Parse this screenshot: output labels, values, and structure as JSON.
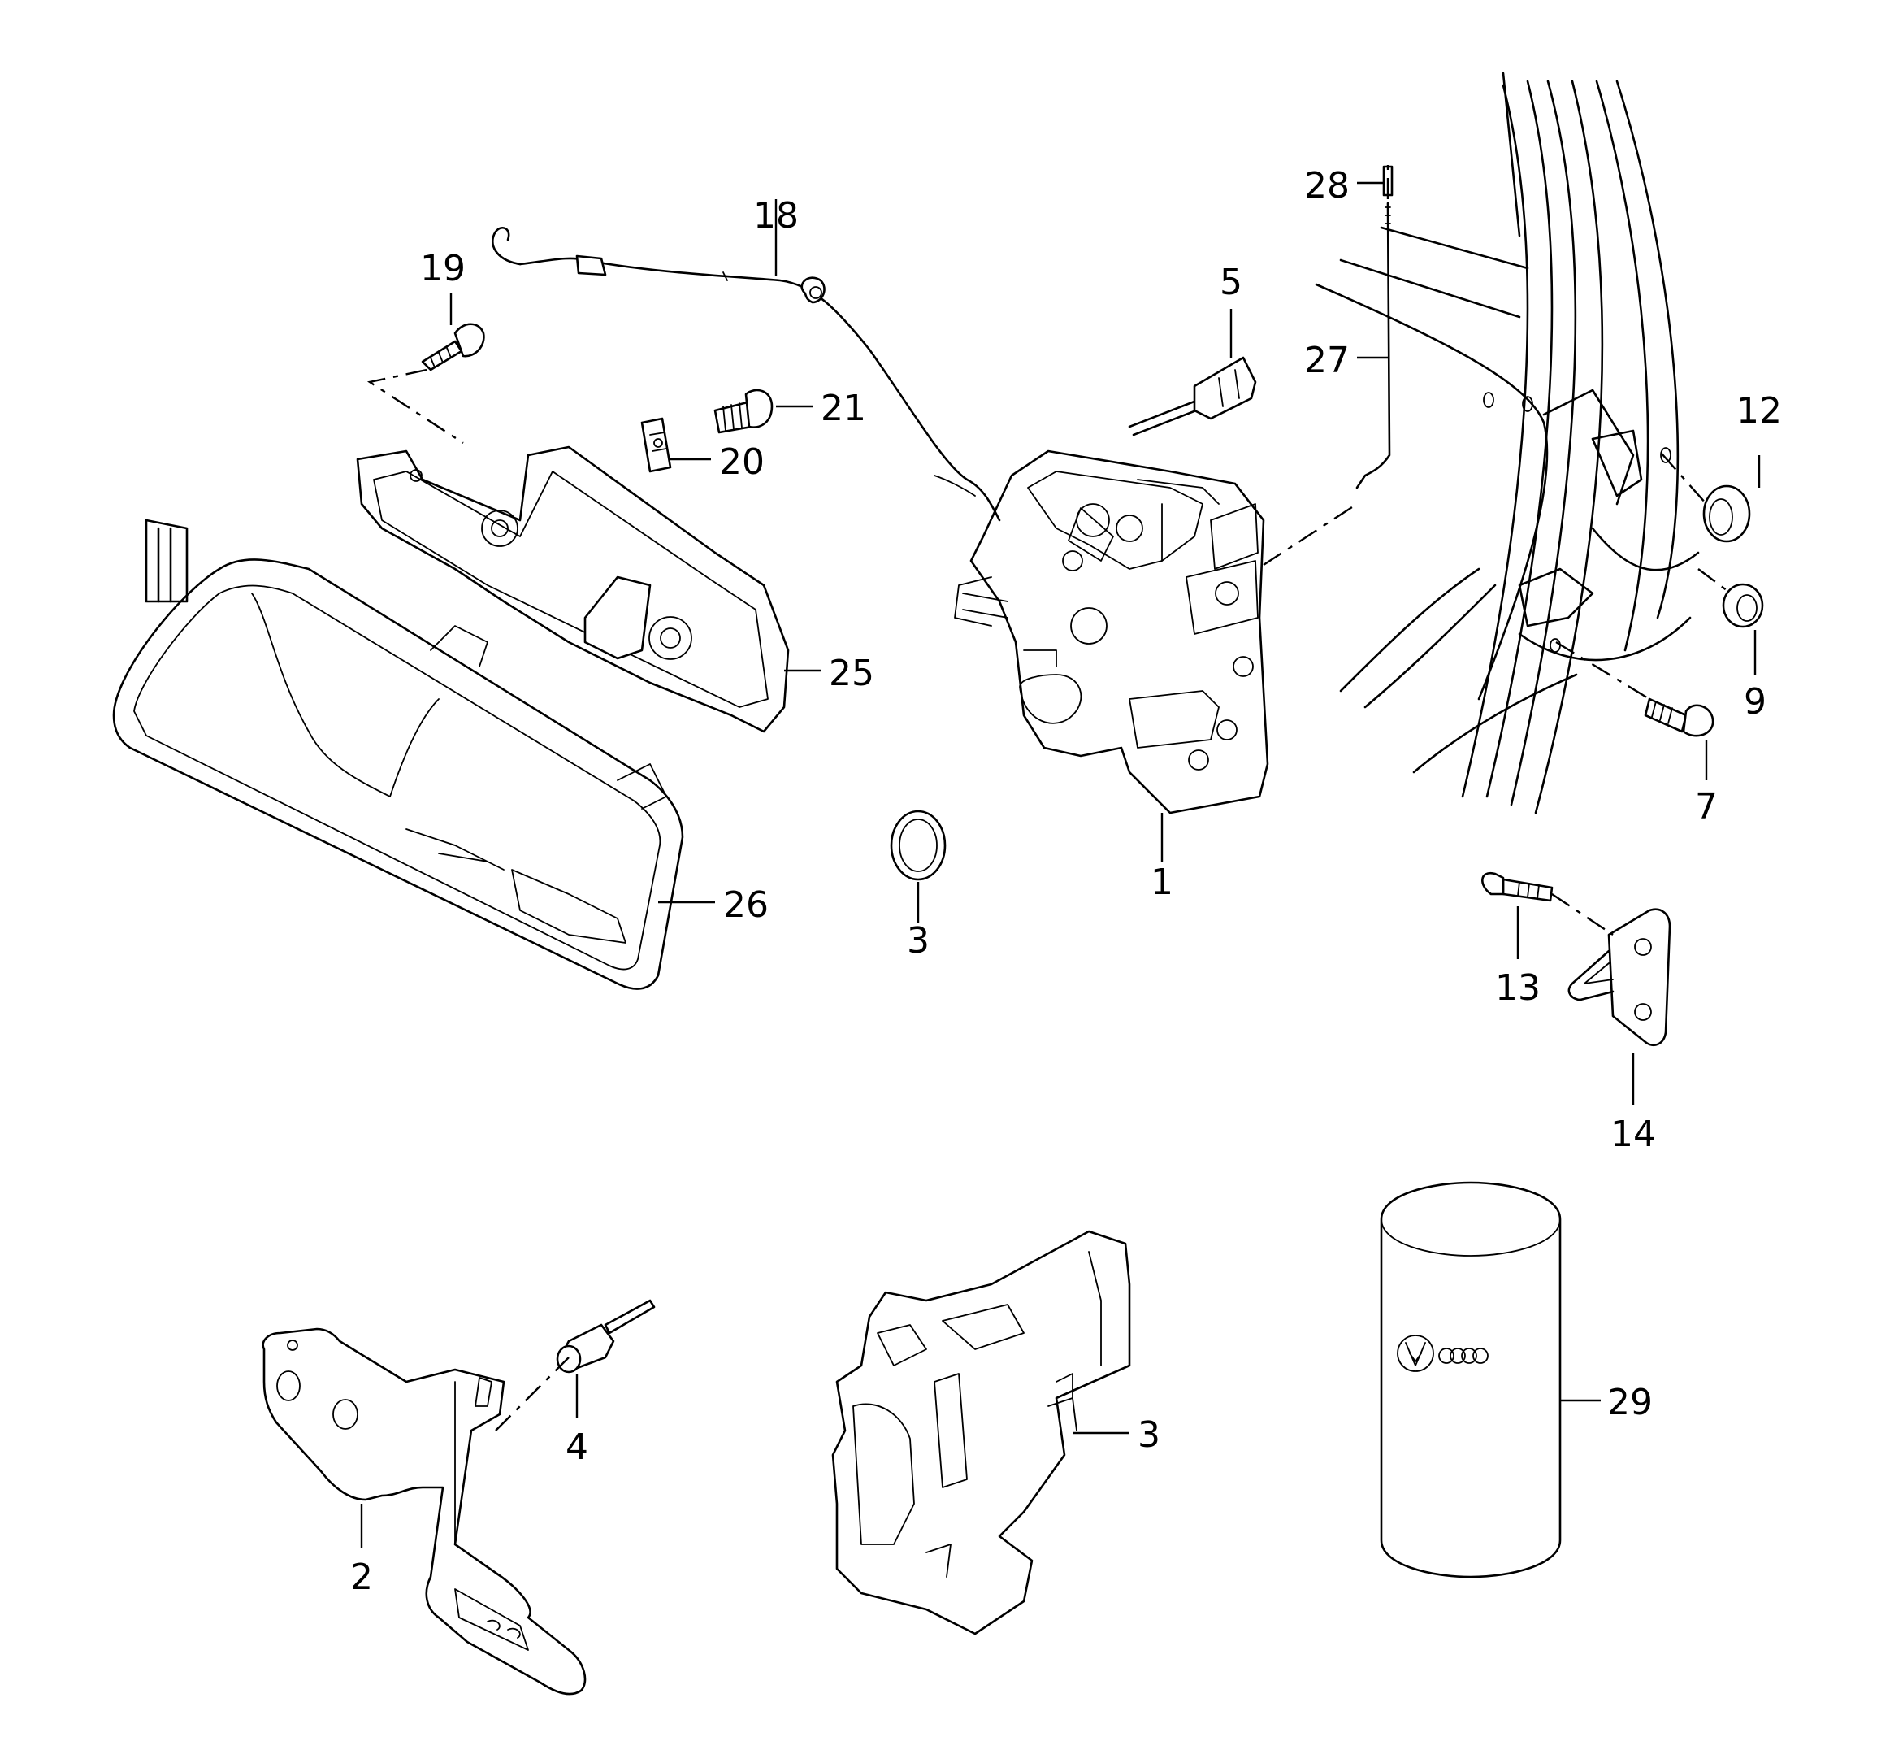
{
  "diagram": {
    "callouts": {
      "c1": "1",
      "c2": "2",
      "c3a": "3",
      "c3b": "3",
      "c4": "4",
      "c5": "5",
      "c7": "7",
      "c9": "9",
      "c12": "12",
      "c13": "13",
      "c14": "14",
      "c18": "18",
      "c19": "19",
      "c20": "20",
      "c21": "21",
      "c25": "25",
      "c26": "26",
      "c27": "27",
      "c28": "28",
      "c29": "29"
    },
    "logo_rings": "four-rings-logo",
    "logo_vw": "vw-logo"
  }
}
